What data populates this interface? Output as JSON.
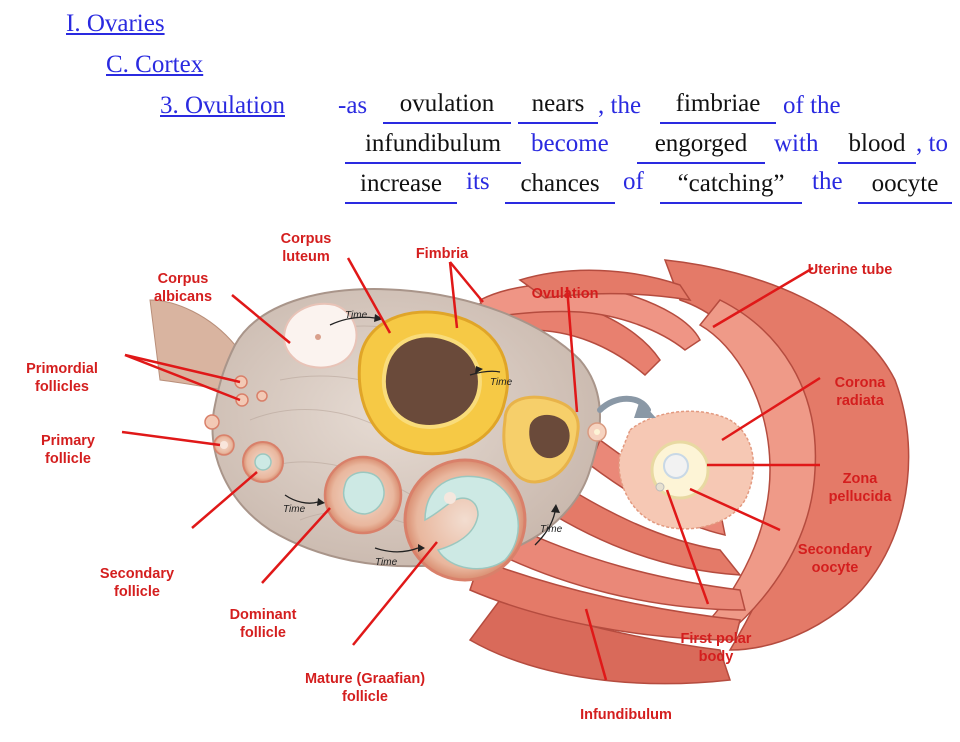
{
  "outline": {
    "level1": "I.  Ovaries",
    "level2": "C.  Cortex",
    "level3": "3.  Ovulation"
  },
  "sentence": {
    "w1": "-as",
    "a1": "ovulation",
    "a2": "nears",
    "w2": ", the",
    "a3": "fimbriae",
    "w3": "of the",
    "a4": "infundibulum",
    "w4": "become",
    "a5": "engorged",
    "w5": "with",
    "a6": "blood",
    "w6": ", to",
    "a7": "increase",
    "w7": "its",
    "a8": "chances",
    "w8": "of",
    "a9": "“catching”",
    "w9": "the",
    "a10": "oocyte"
  },
  "labels": {
    "corpus_luteum": [
      "Corpus",
      "luteum"
    ],
    "fimbria": [
      "Fimbria"
    ],
    "corpus_albicans": [
      "Corpus",
      "albicans"
    ],
    "ovulation": [
      "Ovulation"
    ],
    "uterine_tube": [
      "Uterine tube"
    ],
    "primordial_follicles": [
      "Primordial",
      "follicles"
    ],
    "corona_radiata": [
      "Corona",
      "radiata"
    ],
    "primary_follicle": [
      "Primary",
      "follicle"
    ],
    "zona_pellucida": [
      "Zona",
      "pellucida"
    ],
    "secondary_oocyte": [
      "Secondary",
      "oocyte"
    ],
    "secondary_follicle": [
      "Secondary",
      "follicle"
    ],
    "dominant_follicle": [
      "Dominant",
      "follicle"
    ],
    "first_polar_body": [
      "First polar",
      "body"
    ],
    "mature_follicle": [
      "Mature (Graafian)",
      "follicle"
    ],
    "infundibulum": [
      "Infundibulum"
    ]
  },
  "time_label": "Time",
  "colors": {
    "text_blue": "#2a2ae0",
    "label_red": "#d41e1e",
    "ovary": "#d8cbc2",
    "tube": "#e0786a",
    "luteum": "#f5c842"
  }
}
